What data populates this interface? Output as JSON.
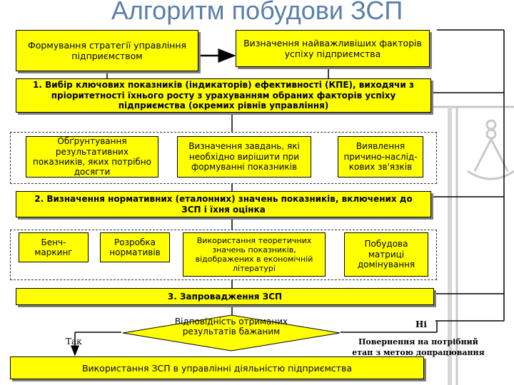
{
  "title": "Алгоритм побудови ЗСП",
  "top_left_box": "Формування стратегії управління підприємством",
  "top_right_box": "Визначення найважливіших факторів успіху підприємства",
  "step1": "1. Вибір ключових показників (індикаторів) ефективності (КПЕ), виходячи з пріоритетності їхнього росту з урахуванням обраних факторів успіху підприємства  (окремих рівнів управління)",
  "group1": [
    "Обґрунтування результативних показників, яких потрібно досягти",
    "Визначення завдань, які необхідно вирішити при формуванні показників",
    "Виявлення причино-наслід-кових зв'язків"
  ],
  "step2": "2. Визначення нормативних (еталонних) значень показників, включених до ЗСП і їхня оцінка",
  "group2": [
    "Бенч-маркинг",
    "Розробка нормативів",
    "Використання теоретичних значень показників, відображених в економічній літературі",
    "Побудова матриці домінування"
  ],
  "step3": "3. Запровадження ЗСП",
  "decision": "Відповідність отриманих результатів  бажаним",
  "yes_label": "Так",
  "no_label": "Ні",
  "return_text": "Повернення на потрібний етап з метою допрацювання",
  "final_box": "Використання ЗСП в управлінні діяльністю підприємства",
  "colors": {
    "box_fill": "#ffff00",
    "title": "#5b7fa8",
    "shadow": "#808080"
  }
}
